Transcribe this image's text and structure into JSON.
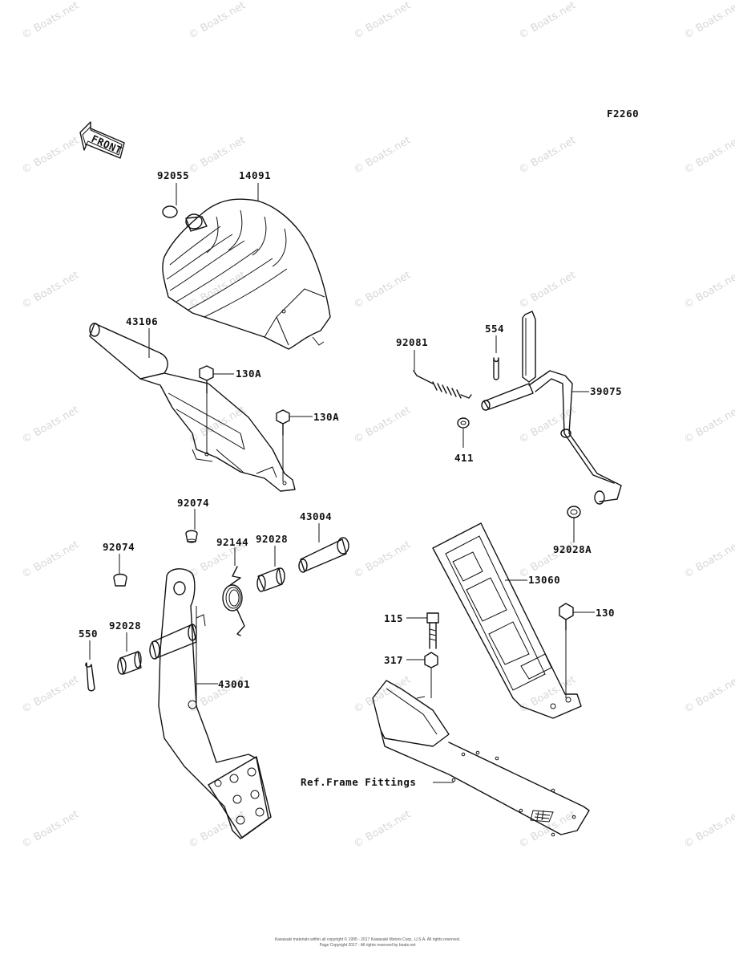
{
  "diagram_code": "F2260",
  "front_arrow_label": "FRONT",
  "watermark": "© Boats.net",
  "labels": {
    "p92055": "92055",
    "p14091": "14091",
    "p43106": "43106",
    "p130A_1": "130A",
    "p130A_2": "130A",
    "p92081": "92081",
    "p554": "554",
    "p39075": "39075",
    "p411": "411",
    "p92074_1": "92074",
    "p92074_2": "92074",
    "p92144": "92144",
    "p92028_1": "92028",
    "p43004": "43004",
    "p92028A": "92028A",
    "p13060": "13060",
    "p550": "550",
    "p92028_2": "92028",
    "p115": "115",
    "p130": "130",
    "p317": "317",
    "p43001": "43001",
    "ref_frame": "Ref.Frame Fittings"
  },
  "footer": {
    "line1": "Kawasaki materials within all copyright © 1995 - 2017 Kawasaki Motors Corp., U.S.A. All rights reserved.",
    "line2": "Page Copyright 2017 - All rights reserved by boats.net"
  }
}
